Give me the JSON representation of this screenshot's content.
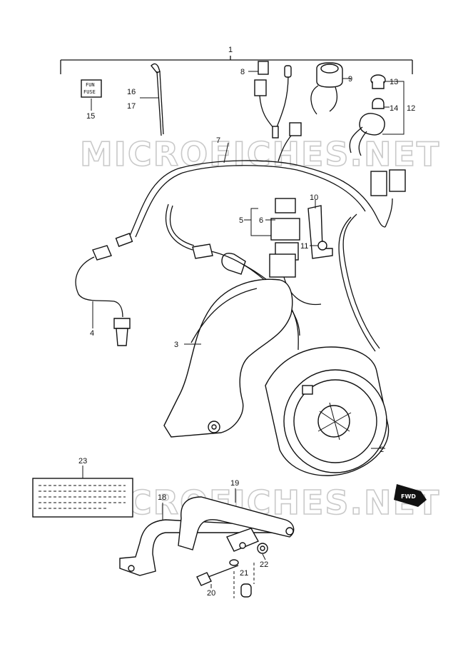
{
  "watermark": {
    "text": "MICROFICHES.NET"
  },
  "fwd_badge": {
    "text": "FWD"
  },
  "fuse_tag": {
    "line1": "FUN",
    "line2": "FUSE"
  },
  "callouts": {
    "c1": "1",
    "c2": "2",
    "c3": "3",
    "c4": "4",
    "c5": "5",
    "c6": "6",
    "c7": "7",
    "c8": "8",
    "c9": "9",
    "c10": "10",
    "c11": "11",
    "c12": "12",
    "c13": "13",
    "c14": "14",
    "c15": "15",
    "c16": "16",
    "c17": "17",
    "c18": "18",
    "c19": "19",
    "c20": "20",
    "c21": "21",
    "c22": "22",
    "c23": "23"
  }
}
